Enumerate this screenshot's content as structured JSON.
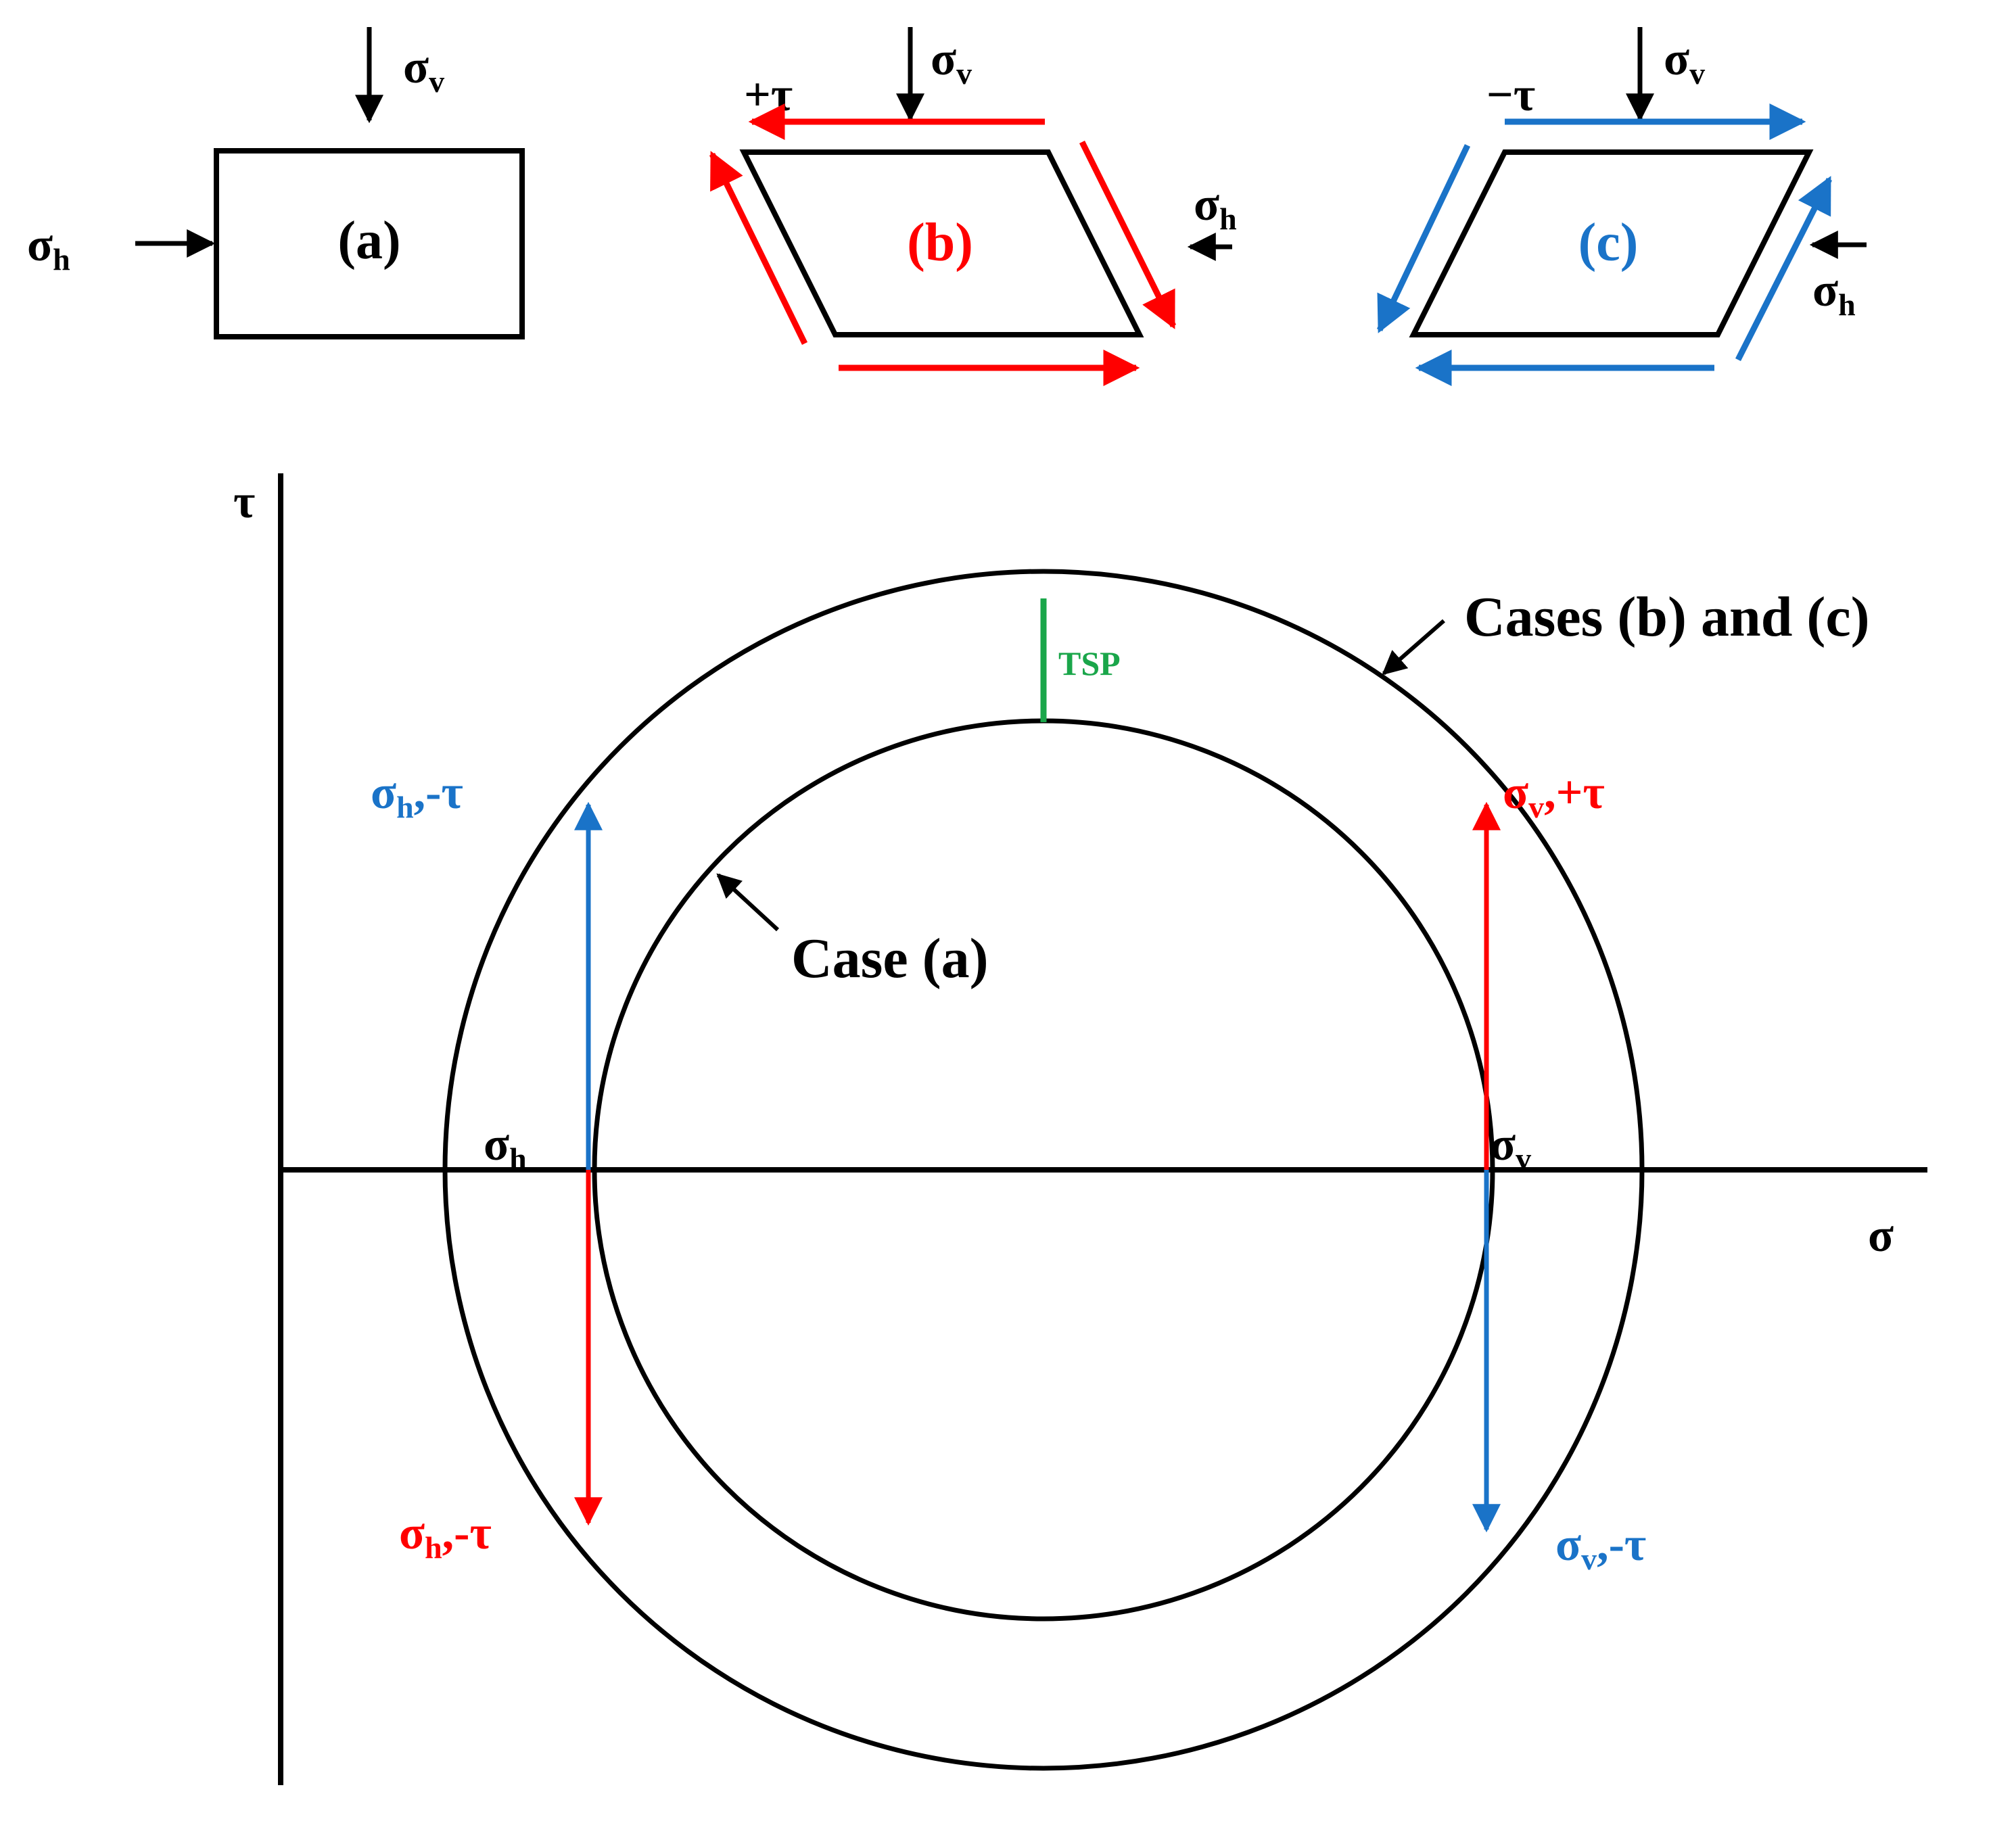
{
  "colors": {
    "black": "#000000",
    "red": "#ff0000",
    "blue": "#1a73c8",
    "green": "#1aa64a"
  },
  "symbols": {
    "sigma": "σ",
    "tau": "τ",
    "sub_v": "v",
    "sub_h": "h"
  },
  "element_a": {
    "label": "(a)"
  },
  "element_b": {
    "label": "(b)",
    "shear": "+τ"
  },
  "element_c": {
    "label": "(c)",
    "shear": "−τ"
  },
  "mohr": {
    "axis_x": "σ",
    "axis_y": "τ",
    "outer_label": "Cases (b) and (c)",
    "inner_label": "Case (a)",
    "tsp_label": "TSP",
    "point_sh_pos": {
      "shear": ",-τ"
    },
    "point_sv_pos": {
      "shear": ",+τ"
    },
    "point_sh_neg": {
      "shear": ",-τ"
    },
    "point_sv_neg": {
      "shear": ",-τ"
    }
  }
}
